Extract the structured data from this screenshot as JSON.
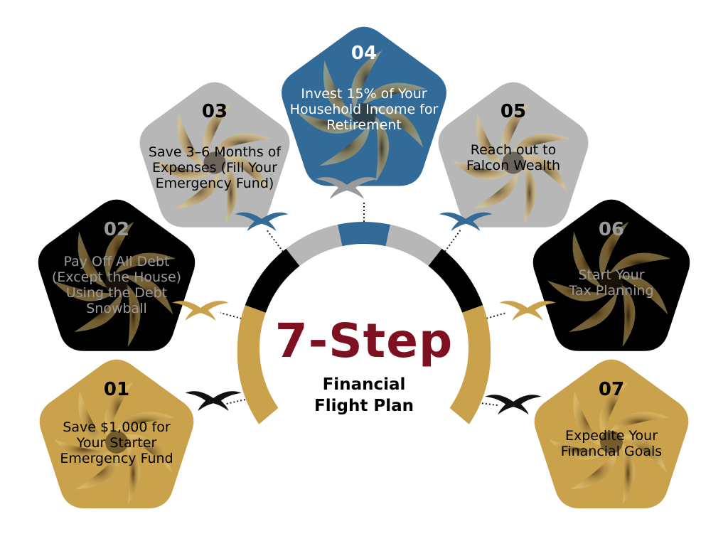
{
  "title": {
    "main": "7-Step",
    "sub_line1": "Financial",
    "sub_line2": "Flight Plan"
  },
  "colors": {
    "gold": "#c9a24b",
    "black": "#000000",
    "gray": "#b7b7b7",
    "blue": "#326a98",
    "title_red": "#7e1020",
    "text_dark": "#000000",
    "text_light": "#ffffff",
    "text_muted": "#9a9a9a"
  },
  "steps": [
    {
      "number": "01",
      "lines": [
        "Save $1,000 for",
        "Your Starter",
        "Emergency Fund"
      ],
      "color": "gold"
    },
    {
      "number": "02",
      "lines": [
        "Pay Off All Debt",
        "(Except the House)",
        "Using the Debt",
        "Snowball"
      ],
      "color": "black"
    },
    {
      "number": "03",
      "lines": [
        "Save 3–6 Months of",
        "Expenses (Fill Your",
        "Emergency Fund)"
      ],
      "color": "gray"
    },
    {
      "number": "04",
      "lines": [
        "Invest 15% of Your",
        "Household Income for",
        "Retirement"
      ],
      "color": "blue"
    },
    {
      "number": "05",
      "lines": [
        "Reach out to",
        "Falcon Wealth"
      ],
      "color": "gray"
    },
    {
      "number": "06",
      "lines": [
        "Start Your",
        "Tax Planning"
      ],
      "color": "black"
    },
    {
      "number": "07",
      "lines": [
        "Expedite Your",
        "Financial Goals"
      ],
      "color": "gold"
    }
  ]
}
